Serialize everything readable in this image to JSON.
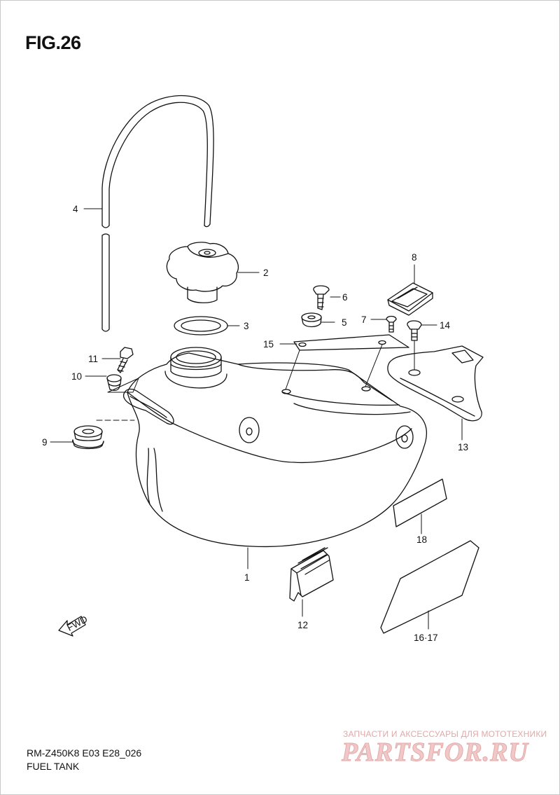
{
  "figure": {
    "title": "FIG.26"
  },
  "callouts": {
    "c1": "1",
    "c2": "2",
    "c3": "3",
    "c4": "4",
    "c5": "5",
    "c6": "6",
    "c7": "7",
    "c8": "8",
    "c9": "9",
    "c10": "10",
    "c11": "11",
    "c12": "12",
    "c13": "13",
    "c14": "14",
    "c15": "15",
    "c16_17": "16·17",
    "c18": "18"
  },
  "arrow": {
    "label": "FWD"
  },
  "footer": {
    "model_code": "RM-Z450K8 E03 E28_026",
    "name": "FUEL TANK"
  },
  "watermark": {
    "tagline": "ЗАПЧАСТИ И АКСЕССУАРЫ ДЛЯ МОТОТЕХНИКИ",
    "logo": "PARTSFOR.RU"
  },
  "colors": {
    "line": "#111111",
    "watermark": "#e5a9a9"
  }
}
